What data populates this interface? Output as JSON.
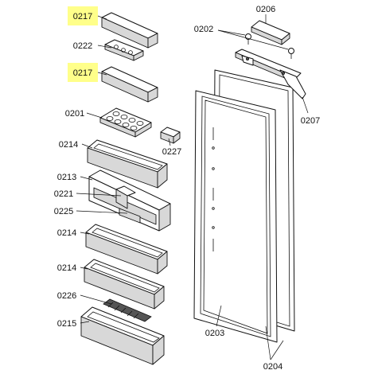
{
  "highlight_color": "#ffff8a",
  "labels": {
    "l0217a": "0217",
    "l0222": "0222",
    "l0217b": "0217",
    "l0201": "0201",
    "l0227": "0227",
    "l0214a": "0214",
    "l0213": "0213",
    "l0221": "0221",
    "l0225": "0225",
    "l0214b": "0214",
    "l0214c": "0214",
    "l0226": "0226",
    "l0215": "0215",
    "l0206": "0206",
    "l0202": "0202",
    "l0207": "0207",
    "l0203": "0203",
    "l0204": "0204"
  }
}
